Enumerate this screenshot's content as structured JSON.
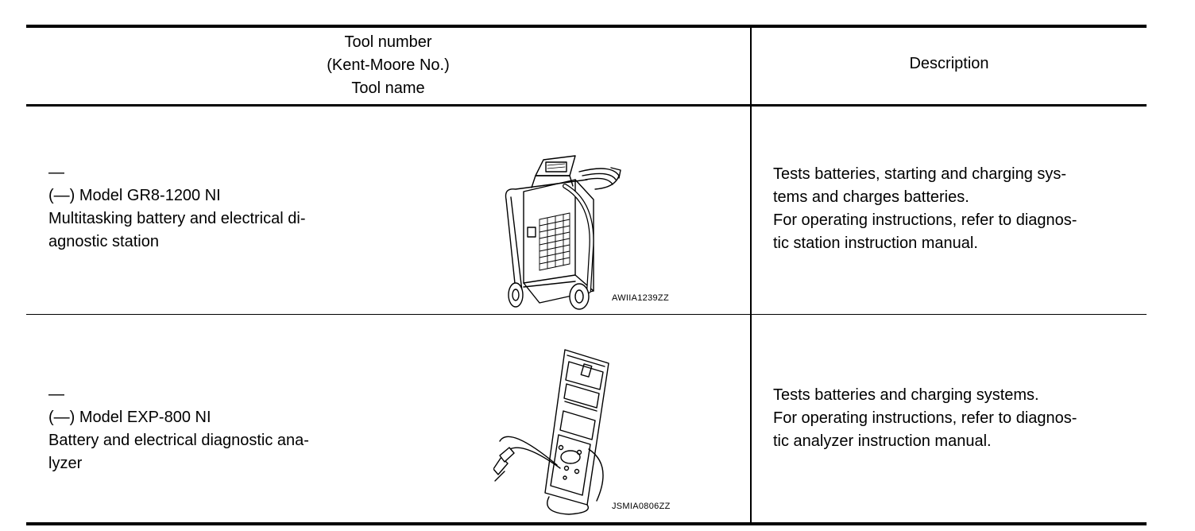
{
  "header": {
    "tool_col": {
      "line1": "Tool number",
      "line2": "(Kent-Moore No.)",
      "line3": "Tool name"
    },
    "description_col": "Description"
  },
  "rows": [
    {
      "tool_number": "—",
      "kent_moore": "(—) Model GR8-1200 NI",
      "tool_name_line1": "Multitasking battery and electrical di-",
      "tool_name_line2": "agnostic station",
      "figure_code": "AWIIA1239ZZ",
      "figure_icon": "battery-diagnostic-station-cart-icon",
      "description_lines": [
        "Tests batteries, starting and charging sys-",
        "tems and charges batteries.",
        "For operating instructions, refer to diagnos-",
        "tic station instruction manual."
      ]
    },
    {
      "tool_number": "—",
      "kent_moore": "(—) Model EXP-800 NI",
      "tool_name_line1": "Battery and electrical diagnostic ana-",
      "tool_name_line2": "lyzer",
      "figure_code": "JSMIA0806ZZ",
      "figure_icon": "handheld-battery-analyzer-icon",
      "description_lines": [
        "Tests batteries and charging systems.",
        "For operating instructions, refer to diagnos-",
        "tic analyzer instruction manual."
      ]
    }
  ]
}
